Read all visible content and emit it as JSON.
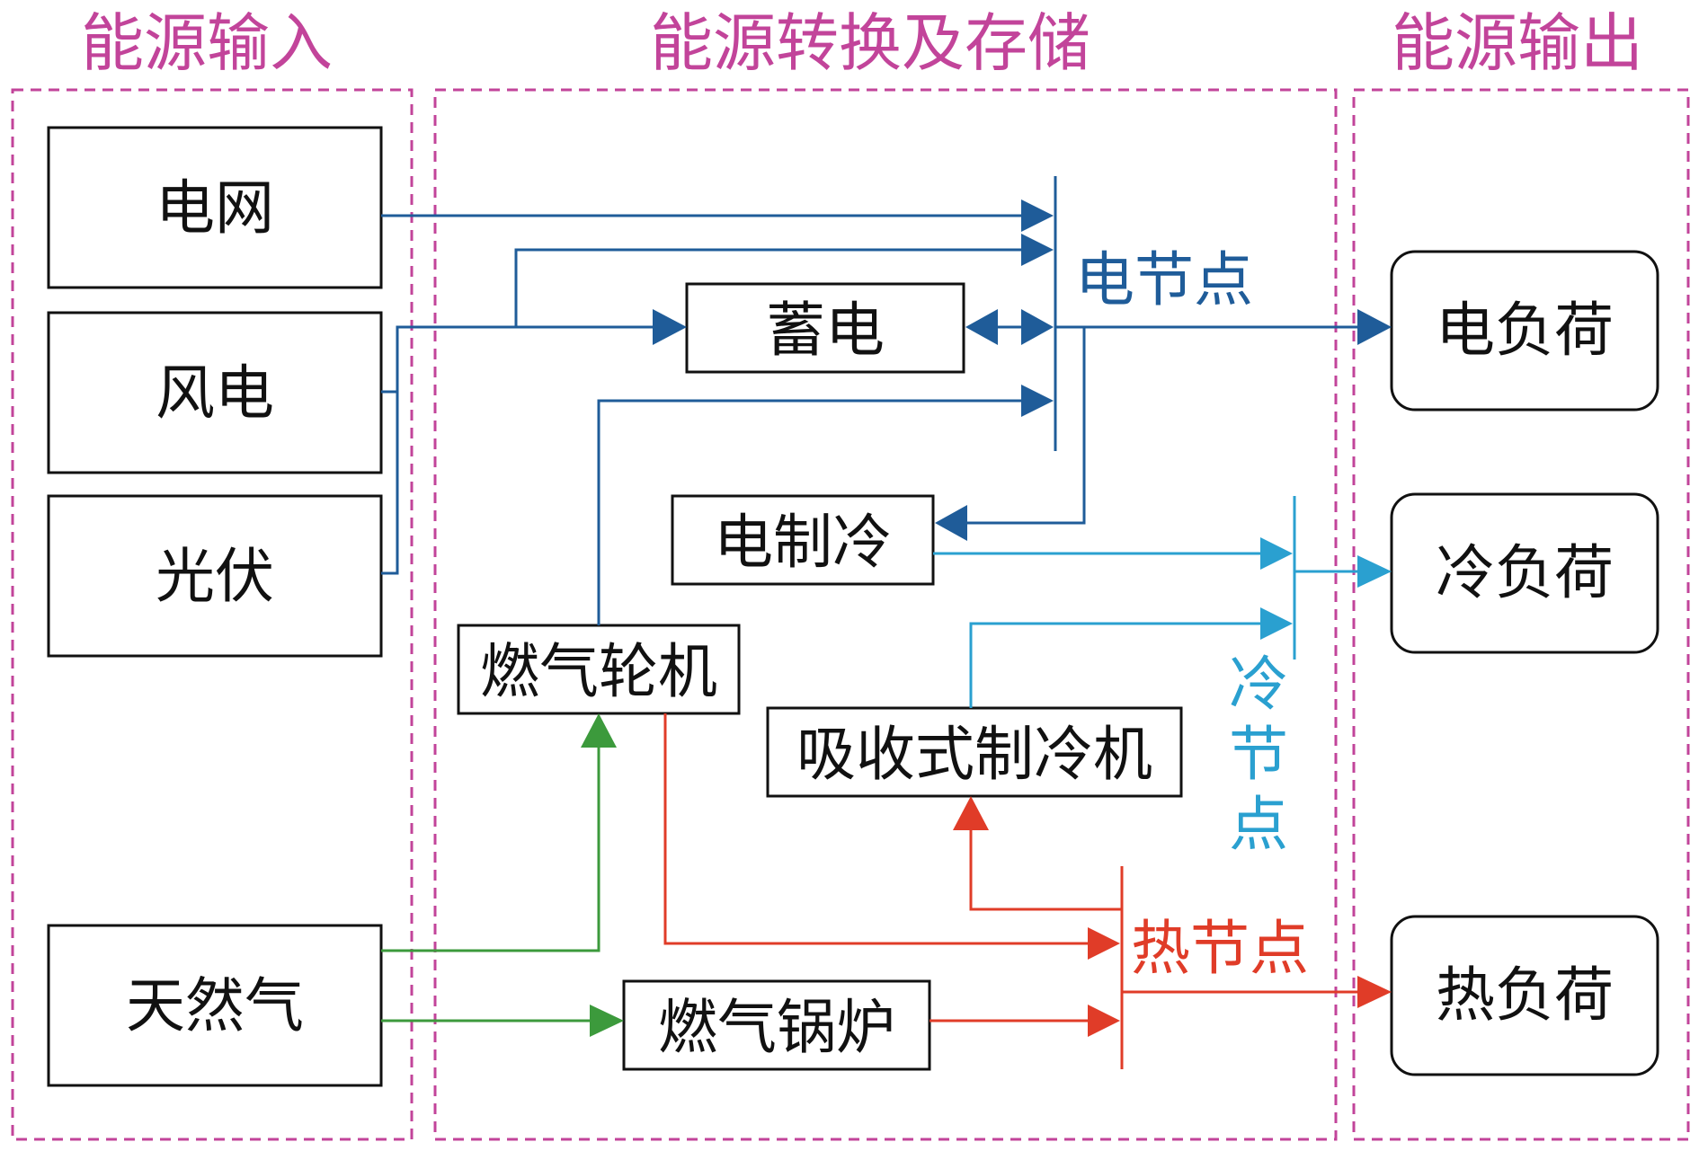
{
  "sections": {
    "input": "能源输入",
    "conversion": "能源转换及存储",
    "output": "能源输出"
  },
  "inputs": {
    "grid": "电网",
    "wind": "风电",
    "pv": "光伏",
    "gas": "天然气"
  },
  "devices": {
    "storage": "蓄电",
    "electric_chiller": "电制冷",
    "gas_turbine": "燃气轮机",
    "absorption_chiller": "吸收式制冷机",
    "gas_boiler": "燃气锅炉"
  },
  "nodes": {
    "electric": "电节点",
    "cold": "冷节点",
    "cold_chars": [
      "冷",
      "节",
      "点"
    ],
    "heat": "热节点"
  },
  "outputs": {
    "electric_load": "电负荷",
    "cold_load": "冷负荷",
    "heat_load": "热负荷"
  },
  "colors": {
    "section_frame": "#c2449a",
    "section_title": "#c2449a",
    "electric": "#1f5c99",
    "cold": "#2aa0d0",
    "heat": "#e03c28",
    "gas": "#3c9a3c",
    "box_border": "#111111"
  }
}
